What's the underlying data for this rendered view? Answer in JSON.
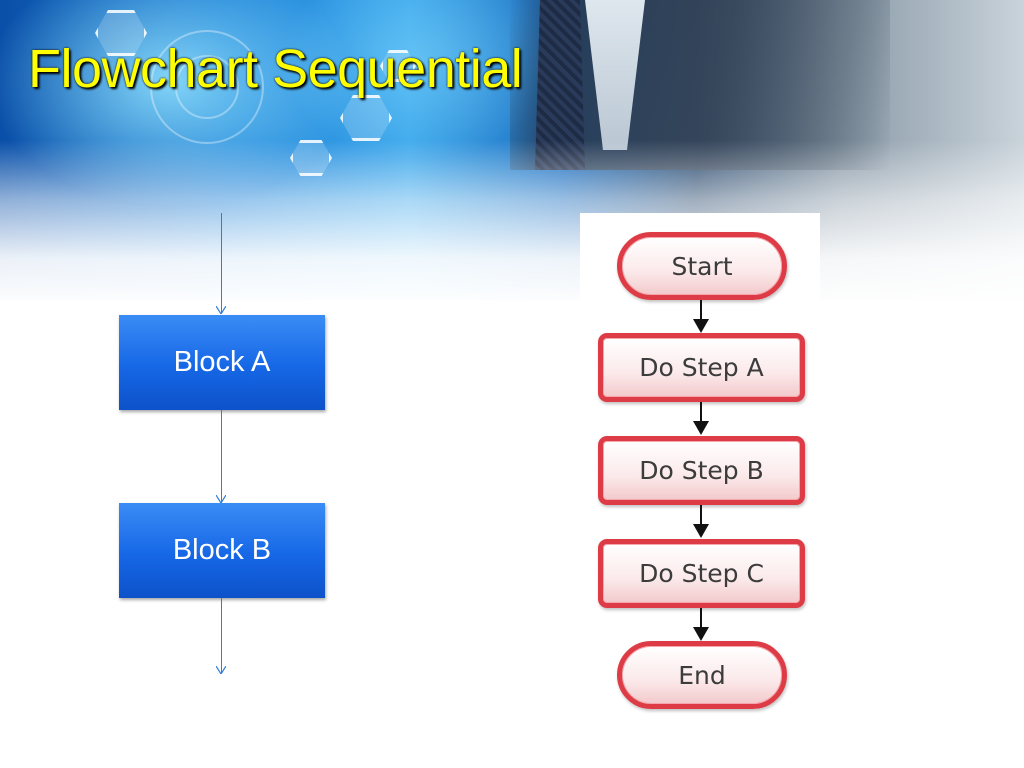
{
  "slide": {
    "title": "Flowchart Sequential"
  },
  "left_diagram": {
    "blocks": [
      {
        "label": "Block A"
      },
      {
        "label": "Block B"
      }
    ],
    "colors": {
      "block": "#1667e6",
      "line": "#2e7fd8"
    }
  },
  "right_flowchart": {
    "nodes": [
      {
        "label": "Start",
        "shape": "terminator"
      },
      {
        "label": "Do Step A",
        "shape": "process"
      },
      {
        "label": "Do Step B",
        "shape": "process"
      },
      {
        "label": "Do Step C",
        "shape": "process"
      },
      {
        "label": "End",
        "shape": "terminator"
      }
    ],
    "colors": {
      "border": "#dd3b45",
      "arrow": "#111111"
    }
  },
  "colors": {
    "title": "#ffff00"
  }
}
